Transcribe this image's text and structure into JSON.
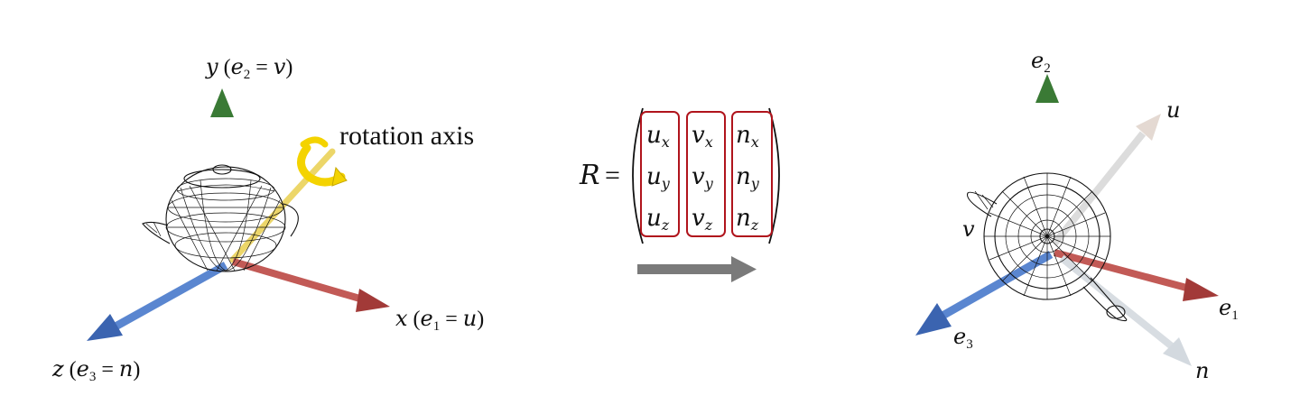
{
  "left_frame": {
    "y_axis": {
      "var": "y",
      "base": "e",
      "sub": "2",
      "rhs": "v"
    },
    "x_axis": {
      "var": "x",
      "base": "e",
      "sub": "1",
      "rhs": "u"
    },
    "z_axis": {
      "var": "z",
      "base": "e",
      "sub": "3",
      "rhs": "n"
    },
    "rotation_label": "rotation axis"
  },
  "matrix": {
    "name": "R",
    "columns": [
      {
        "base": "u",
        "subs": [
          "x",
          "y",
          "z"
        ]
      },
      {
        "base": "v",
        "subs": [
          "x",
          "y",
          "z"
        ]
      },
      {
        "base": "n",
        "subs": [
          "x",
          "y",
          "z"
        ]
      }
    ]
  },
  "right_frame": {
    "e2": {
      "base": "e",
      "sub": "2"
    },
    "e1": {
      "base": "e",
      "sub": "1"
    },
    "e3": {
      "base": "e",
      "sub": "3"
    },
    "u": "u",
    "v": "v",
    "n": "n"
  },
  "colors": {
    "x_axis": "#c0504d",
    "y_axis": "#3f8a3a",
    "z_axis": "#4a77c8",
    "rotation_axis": "#f0d000",
    "matrix_box": "#b0141c",
    "arrow": "#7a7a7a",
    "faded_axis": "#cfcfcf"
  }
}
